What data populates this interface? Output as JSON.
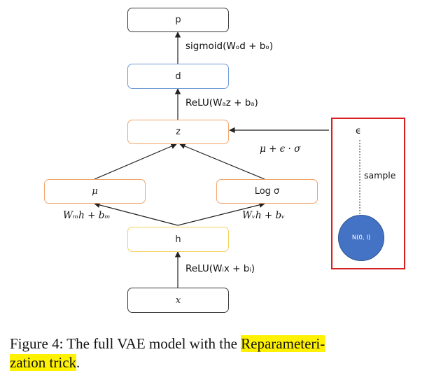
{
  "nodes": {
    "p": "p",
    "d": "d",
    "z": "z",
    "mu": "μ",
    "log_sigma": "Log σ",
    "h": "h",
    "x": "x"
  },
  "edge_labels": {
    "p_from_d": "sigmoid(Wₒd + bₒ)",
    "d_from_z": "ReLU(Wₐz + bₐ)",
    "reparam": "μ + ϵ · σ",
    "mu_from_h": "Wₘh + bₘ",
    "logsigma_from_h": "Wᵥh + bᵥ",
    "h_from_x": "ReLU(Wᵢx + bᵢ)"
  },
  "sampling": {
    "epsilon": "ϵ",
    "sample_label": "sample",
    "distribution": "N(0, I)"
  },
  "caption": {
    "prefix": "Figure 4:  The full VAE model with the ",
    "highlight1": "Reparameteri-",
    "highlight2": "zation trick",
    "suffix": "."
  },
  "colors": {
    "output_border": "#3a3a3a",
    "decoder_border": "#6f9ad6",
    "latent_border": "#f2a46b",
    "hidden_border": "#f4d060",
    "sampling_box": "#d62020",
    "noise_circle": "#4472c4",
    "highlight": "#fff200"
  }
}
